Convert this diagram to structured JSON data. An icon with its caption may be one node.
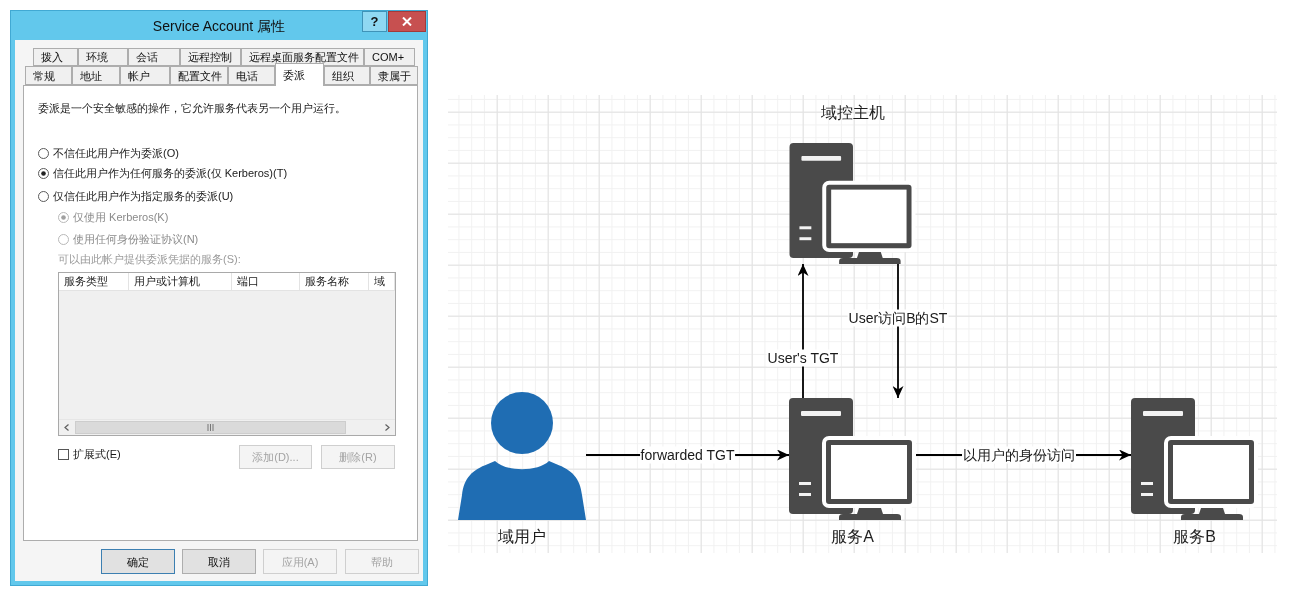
{
  "diagram": {
    "nodes": [
      {
        "text": [],
        "shape": "computer",
        "beside": [
          "域控主机"
        ]
      },
      {
        "text": [],
        "shape": "person",
        "beside": [
          "域用户"
        ]
      },
      {
        "text": [],
        "shape": "computer",
        "beside": [
          "服务A"
        ]
      },
      {
        "text": [],
        "shape": "computer",
        "beside": [
          "服务B"
        ]
      }
    ],
    "edges": [
      {
        "from": 1,
        "to": 2,
        "arrow": "to",
        "label": "forwarded TGT"
      },
      {
        "from": 2,
        "to": 0,
        "arrow": "to",
        "label": "User's TGT"
      },
      {
        "from": 0,
        "to": 2,
        "arrow": "to",
        "label": "User访问B的ST"
      },
      {
        "from": 2,
        "to": 3,
        "arrow": "to",
        "label": "以用户的身份访问"
      }
    ],
    "labels": [
      "Service Account 属性",
      "?",
      "拨入",
      "环境",
      "会话",
      "远程控制",
      "远程桌面服务配置文件",
      "COM+",
      "常规",
      "地址",
      "帐户",
      "配置文件",
      "电话",
      "委派",
      "组织",
      "隶属于",
      "委派是一个安全敏感的操作，它允许服务代表另一个用户运行。",
      "不信任此用户作为委派(O)",
      "信任此用户作为任何服务的委派(仅 Kerberos)(T)",
      "仅信任此用户作为指定服务的委派(U)",
      "仅使用 Kerberos(K)",
      "使用任何身份验证协议(N)",
      "可以由此帐户提供委派凭据的服务(S):",
      "服务类型",
      "用户或计算机",
      "端口",
      "服务名称",
      "域",
      "扩展式(E)",
      "添加(D)...",
      "删除(R)",
      "确定",
      "取消",
      "应用(A)",
      "帮助"
    ]
  }
}
